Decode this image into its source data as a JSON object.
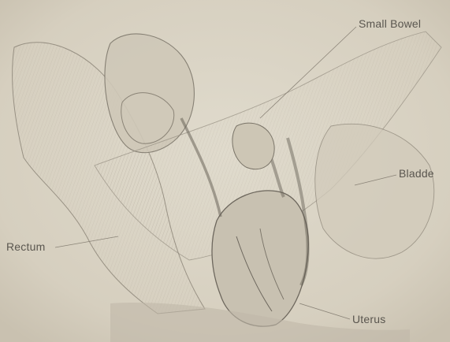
{
  "labels": {
    "small_bowel": "Small Bowel",
    "bladder": "Bladde",
    "rectum": "Rectum",
    "uterus": "Uterus"
  },
  "colors": {
    "paper": "#d8d2c3",
    "ink": "#5a564f",
    "shade": "#b9b2a3"
  }
}
